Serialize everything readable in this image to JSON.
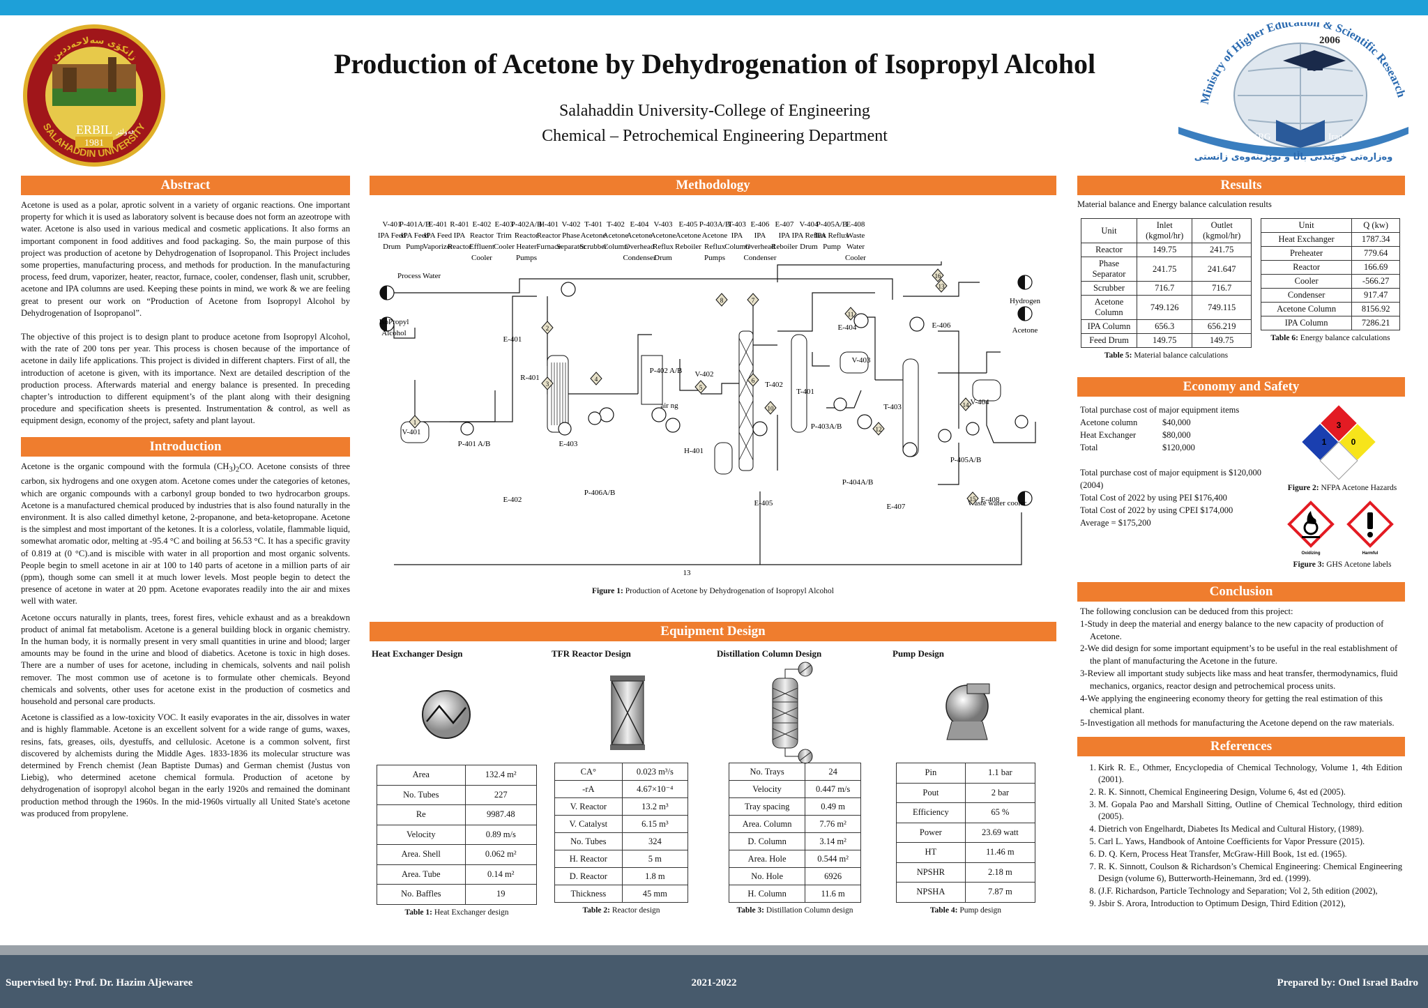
{
  "header": {
    "title": "Production of Acetone by Dehydrogenation of Isopropyl Alcohol",
    "university": "Salahaddin University-College of Engineering",
    "department": "Chemical – Petrochemical Engineering Department",
    "left_logo": {
      "top_text": "زانكۆی سەلاحەددین",
      "city": "ERBIL",
      "city_kurdish": "هەولێر",
      "year": "1981",
      "name": "SALAHADDIN UNIVERSITY"
    },
    "right_logo": {
      "arc_text": "Ministry of Higher Education & Scientific Research",
      "year": "2006",
      "left_label": "KRG",
      "right_label": "Iraq",
      "kurdish": "وەزارەتی خوێندنی باڵا و توێژینەوەی زانستی"
    }
  },
  "abstract": {
    "heading": "Abstract",
    "p1": "Acetone is used as a polar, aprotic solvent in a variety of organic reactions.  One important property for which it is used as laboratory solvent is because  does not form an azeotrope with water. Acetone is also used in various medical and cosmetic applications. It also  forms an important component in food additives and food packaging. So, the main purpose of this project was production of acetone by Dehydrogenation of Isopropanol.  This  Project  includes  some  properties, manufacturing process, and methods for production. In the manufacturing process, feed drum, vaporizer, heater, reactor, furnace, cooler, condenser, flash unit, scrubber, acetone and IPA columns are used. Keeping these points in mind, we work & we are feeling great to present our work on “Production of Acetone from Isopropyl Alcohol by Dehydrogenation of Isopropanol”.",
    "p2": "The objective of this project is to design plant to produce acetone from Isopropyl Alcohol, with the rate of 200 tons per year. This process is chosen because of the importance of acetone in daily life applications. This project is divided in different chapters. First of all, the introduction of acetone is given, with its importance. Next are detailed description of the production process. Afterwards material and energy balance is presented. In preceding chapter’s introduction to different equipment’s of the plant along with their designing procedure and specification sheets is presented. Instrumentation & control, as well as equipment design, economy of the project, safety and plant layout."
  },
  "introduction": {
    "heading": "Introduction",
    "p1_a": "Acetone is the organic compound with the formula (CH",
    "p1_sub1": "3",
    "p1_b": ")",
    "p1_sub2": "2",
    "p1_c": "CO. Acetone consists of three carbon, six hydrogens and one oxygen atom. Acetone comes under the categories of ketones, which are organic compounds with a carbonyl group bonded to two hydrocarbon groups. Acetone is a manufactured chemical produced by industries that is also found naturally in the environment. It is also called dimethyl ketone, 2-propanone, and beta-ketopropane. Acetone is the simplest and most important of the ketones. It is a colorless, volatile, flammable liquid, somewhat aromatic odor, melting at -95.4 °C and boiling at 56.53 °C. It has a specific gravity of 0.819 at (0 °C).and is miscible with water in all proportion and most organic solvents. People begin to smell acetone in air at 100 to 140 parts of acetone in a million parts of air (ppm), though some can smell it at much lower levels. Most people begin to detect the presence of acetone in water at 20 ppm. Acetone evaporates readily into the air and mixes well with water.",
    "p2": "Acetone occurs naturally in plants, trees, forest fires, vehicle exhaust and as a breakdown product of animal fat metabolism. Acetone is a general building block in organic chemistry. In the human body, it is normally present in very small quantities in urine and blood; larger amounts may be found in the urine and blood of diabetics. Acetone is toxic in high doses. There are a number of uses for acetone, including in chemicals, solvents and nail polish remover. The most common use of acetone is to formulate other chemicals. Beyond chemicals and solvents, other uses for acetone exist in the production of cosmetics and household and personal care products.",
    "p3": "Acetone is classified as a low-toxicity VOC. It easily evaporates in the air, dissolves in water and is highly flammable. Acetone is an excellent solvent for a wide range of gums, waxes, resins, fats, greases, oils, dyestuffs, and cellulosic. Acetone is a common solvent, first discovered by alchemists during the Middle Ages. 1833-1836 its molecular structure was determined by French chemist (Jean Baptiste Dumas) and German chemist (Justus von Liebig), who determined acetone chemical formula. Production of acetone by dehydrogenation of isopropyl alcohol began in the early 1920s and remained the dominant production method through the 1960s. In the mid-1960s virtually all United State's acetone was produced from propylene."
  },
  "methodology": {
    "heading": "Methodology",
    "equipment_labels": [
      [
        "V-401",
        "IPA Feed",
        "Drum"
      ],
      [
        "P-401A/B",
        "IPA Feed",
        "Pump"
      ],
      [
        "E-401",
        "IPA Feed",
        "Vaporizer"
      ],
      [
        "R-401",
        "IPA",
        "Reactor"
      ],
      [
        "E-402",
        "Reactor",
        "Effluent",
        "Cooler"
      ],
      [
        "E-403",
        "Trim",
        "Cooler"
      ],
      [
        "P-402A/B",
        "Reactor",
        "Heater",
        "Pumps"
      ],
      [
        "H-401",
        "Reactor",
        "Furnace"
      ],
      [
        "V-402",
        "Phase",
        "Separator"
      ],
      [
        "T-401",
        "Acetone",
        "Scrubber"
      ],
      [
        "T-402",
        "Acetone",
        "Column"
      ],
      [
        "E-404",
        "Acetone",
        "Overhead",
        "Condenser"
      ],
      [
        "V-403",
        "Acetone",
        "Reflux",
        "Drum"
      ],
      [
        "E-405",
        "Acetone",
        "Reboiler"
      ],
      [
        "P-403A/B",
        "Acetone",
        "Reflux",
        "Pumps"
      ],
      [
        "T-403",
        "IPA",
        "Column"
      ],
      [
        "E-406",
        "IPA",
        "Overhead",
        "Condenser"
      ],
      [
        "E-407",
        "IPA",
        "Reboiler"
      ],
      [
        "V-404",
        "IPA Reflux",
        "Drum"
      ],
      [
        "P-405A/B",
        "IPA Reflux",
        "Pump"
      ],
      [
        "E-408",
        "Waste",
        "Water",
        "Cooler"
      ]
    ],
    "diagram": {
      "process_water": "Process Water",
      "isopropyl_a": "IsoPropyl",
      "isopropyl_b": "Alcohol",
      "hydrogen": "Hydrogen",
      "acetone": "Acetone",
      "waste_water": "Waste water cooler",
      "air_ng": "air ng",
      "tags": [
        "V-401",
        "P-401 A/B",
        "E-401",
        "R-401",
        "P-406A/B",
        "E-402",
        "E-403",
        "P-402 A/B",
        "H-401",
        "V-402",
        "T-401",
        "E-405",
        "T-402",
        "P-403A/B",
        "E-404",
        "V-403",
        "T-403",
        "P-404A/B",
        "E-407",
        "E-406",
        "V-404",
        "P-405A/B",
        "E-408"
      ],
      "streams": [
        "1",
        "2",
        "3",
        "4",
        "5",
        "6",
        "7",
        "8",
        "10",
        "11",
        "12",
        "13",
        "14",
        "15",
        "16"
      ]
    },
    "figure_caption_bold": "Figure 1:",
    "figure_caption": " Production of Acetone by Dehydrogenation of Isopropyl Alcohol"
  },
  "equipment_design": {
    "heading": "Equipment Design",
    "hx": {
      "title": "Heat Exchanger Design",
      "rows": [
        [
          "Area",
          "132.4 m²"
        ],
        [
          "No. Tubes",
          "227"
        ],
        [
          "Re",
          "9987.48"
        ],
        [
          "Velocity",
          "0.89 m/s"
        ],
        [
          "Area. Shell",
          "0.062 m²"
        ],
        [
          "Area. Tube",
          "0.14 m²"
        ],
        [
          "No. Baffles",
          "19"
        ]
      ],
      "caption_bold": "Table 1:",
      "caption": " Heat Exchanger design"
    },
    "reactor": {
      "title": "TFR Reactor Design",
      "rows": [
        [
          "CA°",
          "0.023 m³/s"
        ],
        [
          "-rA",
          "4.67×10⁻⁴"
        ],
        [
          "V. Reactor",
          "13.2 m³"
        ],
        [
          "V. Catalyst",
          "6.15 m³"
        ],
        [
          "No. Tubes",
          "324"
        ],
        [
          "H. Reactor",
          "5 m"
        ],
        [
          "D. Reactor",
          "1.8 m"
        ],
        [
          "Thickness",
          "45 mm"
        ]
      ],
      "caption_bold": "Table 2:",
      "caption": " Reactor design"
    },
    "column": {
      "title": "Distillation Column Design",
      "rows": [
        [
          "No. Trays",
          "24"
        ],
        [
          "Velocity",
          "0.447 m/s"
        ],
        [
          "Tray spacing",
          "0.49 m"
        ],
        [
          "Area. Column",
          "7.76 m²"
        ],
        [
          "D. Column",
          "3.14 m²"
        ],
        [
          "Area. Hole",
          "0.544 m²"
        ],
        [
          "No. Hole",
          "6926"
        ],
        [
          "H. Column",
          "11.6 m"
        ]
      ],
      "caption_bold": "Table 3:",
      "caption": " Distillation Column design"
    },
    "pump": {
      "title": "Pump Design",
      "rows": [
        [
          "Pin",
          "1.1 bar"
        ],
        [
          "Pout",
          "2 bar"
        ],
        [
          "Efficiency",
          "65 %"
        ],
        [
          "Power",
          "23.69 watt"
        ],
        [
          "HT",
          "11.46 m"
        ],
        [
          "NPSHR",
          "2.18 m"
        ],
        [
          "NPSHA",
          "7.87 m"
        ]
      ],
      "caption_bold": "Table 4:",
      "caption": " Pump design"
    }
  },
  "results": {
    "heading": "Results",
    "intro": "Material balance and Energy balance calculation results",
    "material": {
      "headers": [
        "Unit",
        "Inlet (kgmol/hr)",
        "Outlet (kgmol/hr)"
      ],
      "rows": [
        [
          "Reactor",
          "149.75",
          "241.75"
        ],
        [
          "Phase Separator",
          "241.75",
          "241.647"
        ],
        [
          "Scrubber",
          "716.7",
          "716.7"
        ],
        [
          "Acetone Column",
          "749.126",
          "749.115"
        ],
        [
          "IPA Column",
          "656.3",
          "656.219"
        ],
        [
          "Feed Drum",
          "149.75",
          "149.75"
        ]
      ],
      "caption_bold": "Table 5:",
      "caption": " Material balance calculations"
    },
    "energy": {
      "headers": [
        "Unit",
        "Q (kw)"
      ],
      "rows": [
        [
          "Heat Exchanger",
          "1787.34"
        ],
        [
          "Preheater",
          "779.64"
        ],
        [
          "Reactor",
          "166.69"
        ],
        [
          "Cooler",
          "-566.27"
        ],
        [
          "Condenser",
          "917.47"
        ],
        [
          "Acetone Column",
          "8156.92"
        ],
        [
          "IPA Column",
          "7286.21"
        ]
      ],
      "caption_bold": "Table 6:",
      "caption": " Energy balance calculations"
    }
  },
  "economy": {
    "heading": "Economy and Safety",
    "total_title": "Total purchase cost of major equipment items",
    "items": [
      [
        "Acetone column",
        "$40,000"
      ],
      [
        "Heat Exchanger",
        "$80,000"
      ],
      [
        "Total",
        "$120,000"
      ]
    ],
    "lines": [
      "Total purchase cost of major equipment is $120,000 (2004)",
      "Total Cost of 2022 by using PEI $176,400",
      "Total Cost of 2022 by using CPEI $174,000",
      "Average = $175,200"
    ],
    "nfpa": {
      "top": "3",
      "left": "1",
      "right": "0"
    },
    "fig2_bold": "Figure 2:",
    "fig2": " NFPA Acetone Hazards",
    "ghs1": "Oxidizing",
    "ghs2": "Harmful",
    "fig3_bold": "Figure 3:",
    "fig3": " GHS Acetone labels"
  },
  "conclusion": {
    "heading": "Conclusion",
    "intro": "The following conclusion can be deduced from this project:",
    "items": [
      "1-Study in deep the material and energy balance to the new capacity of production of Acetone.",
      "2-We did design for some important equipment’s to be useful in the real establishment of the plant of manufacturing the Acetone in the future.",
      "3-Review all important study subjects like mass and heat transfer, thermodynamics, fluid mechanics, organics, reactor design and petrochemical process units.",
      "4-We applying the engineering economy theory for getting the real estimation of this chemical plant.",
      "5-Investigation all methods for manufacturing the Acetone depend on the raw materials."
    ]
  },
  "references": {
    "heading": "References",
    "items": [
      "Kirk R. E., Othmer, Encyclopedia of Chemical Technology, Volume 1, 4th Edition (2001).",
      "R. K. Sinnott, Chemical Engineering Design, Volume 6, 4st ed (2005).",
      "M. Gopala Pao and Marshall Sitting, Outline of Chemical Technology, third edition (2005).",
      "Dietrich von Engelhardt, Diabetes Its Medical and Cultural History, (1989).",
      "Carl L. Yaws, Handbook of Antoine Coefficients for Vapor Pressure (2015).",
      "D. Q. Kern, Process Heat Transfer, McGraw-Hill Book, 1st ed. (1965).",
      "R. K. Sinnott, Coulson & Richardson’s Chemical Engineering: Chemical Engineering Design (volume 6), Butterworth-Heinemann, 3rd ed. (1999).",
      "(J.F. Richardson, Particle Technology and Separation; Vol 2, 5th edition (2002),",
      "Jsbir S. Arora, Introduction to Optimum Design, Third Edition (2012),"
    ]
  },
  "footer": {
    "supervisor": "Supervised by: Prof. Dr. Hazim Aljewaree",
    "year": "2021-2022",
    "preparer": "Prepared by: Onel Israel Badro"
  },
  "colors": {
    "accent_orange": "#ef7d2e",
    "top_bar": "#1ea0d8",
    "footer": "#475a6c"
  }
}
